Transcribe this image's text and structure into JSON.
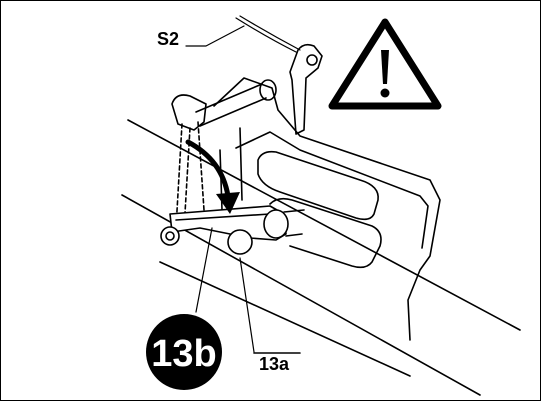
{
  "labels": {
    "s2": "S2",
    "part_13a": "13a",
    "badge_13b": "13b"
  },
  "icons": {
    "warning": "warning-triangle-icon",
    "arrow": "curved-arrow-icon"
  },
  "colors": {
    "line": "#000000",
    "badge": "#000000",
    "badge_text": "#ffffff",
    "background": "#ffffff"
  }
}
